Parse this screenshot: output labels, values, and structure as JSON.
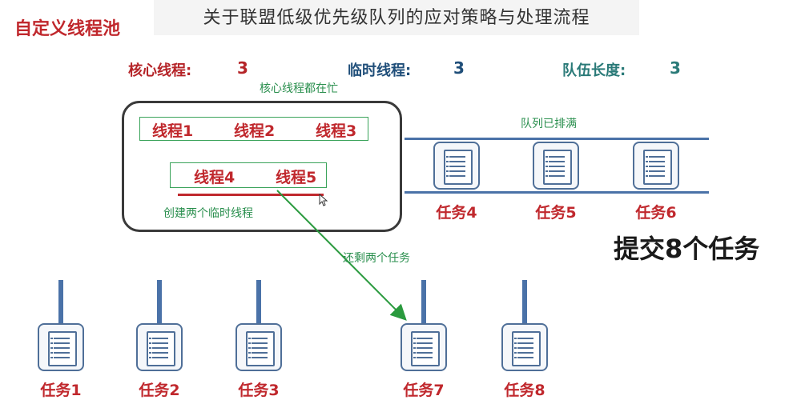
{
  "page_title": "关于联盟低级优先级队列的应对策略与处理流程",
  "pool_title": "自定义线程池",
  "stats": {
    "core_label": "核心线程:",
    "core_value": "3",
    "temp_label": "临时线程:",
    "temp_value": "3",
    "queue_label": "队伍长度:",
    "queue_value": "3"
  },
  "notes": {
    "core_busy": "核心线程都在忙",
    "queue_full": "队列已排满",
    "create_temp": "创建两个临时线程",
    "two_remaining": "还剩两个任务",
    "submit": "提交8个任务"
  },
  "core_threads": [
    "线程1",
    "线程2",
    "线程3"
  ],
  "temp_threads": [
    "线程4",
    "线程5"
  ],
  "queued_tasks": [
    "任务4",
    "任务5",
    "任务6"
  ],
  "bottom_tasks": [
    "任务1",
    "任务2",
    "任务3",
    "任务7",
    "任务8"
  ],
  "colors": {
    "red": "#c0282d",
    "green": "#2a8f4e",
    "blue": "#4a72a8"
  }
}
